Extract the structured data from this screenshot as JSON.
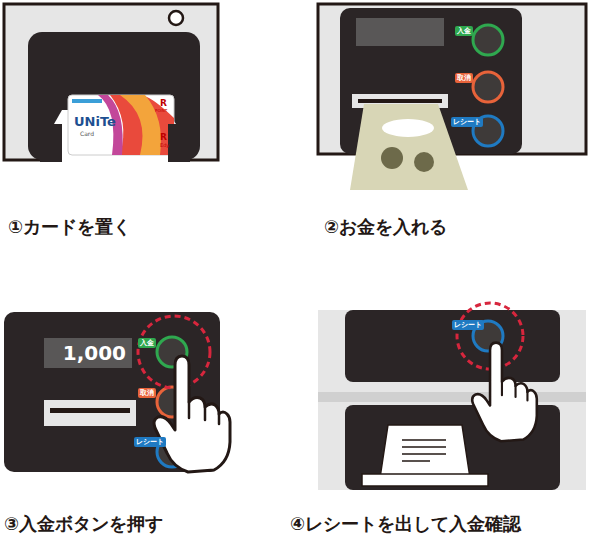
{
  "diagram": {
    "nodes": [
      {
        "text": [
          "入金"
        ]
      },
      {
        "text": [
          "取消"
        ]
      },
      {
        "text": [
          "レシート"
        ]
      },
      {
        "text": [
          "1,000"
        ]
      },
      {
        "text": [
          "入金"
        ]
      },
      {
        "text": [
          "取消"
        ]
      },
      {
        "text": [
          "レシート"
        ]
      },
      {
        "text": [
          "レシート"
        ]
      }
    ],
    "labels": [
      "UNiTe",
      "Card",
      "R",
      "POINT",
      "R",
      "Edy",
      "①カードを置く",
      "②お金を入れる",
      "③入金ボタンを押す",
      "④レシートを出して入金確認"
    ]
  }
}
